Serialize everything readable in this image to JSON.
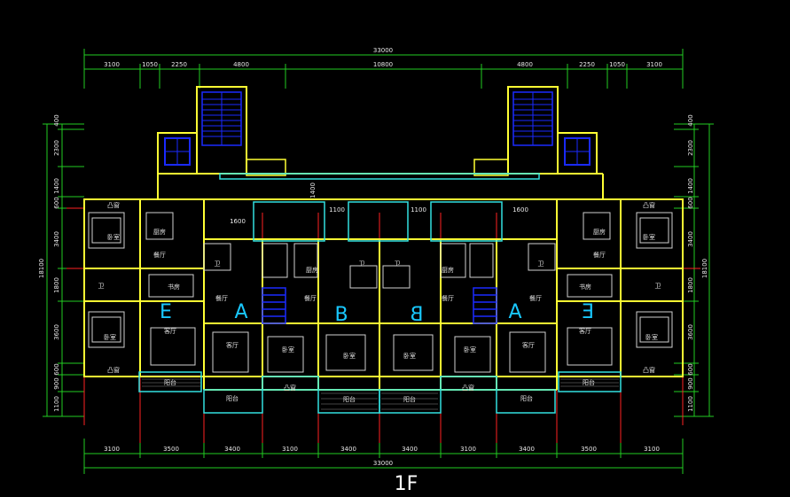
{
  "floor_label": "1F",
  "overall_top": "33000",
  "overall_bottom": "33000",
  "top_dims": [
    "3100",
    "1050",
    "2250",
    "4800",
    "10800",
    "4800",
    "2250",
    "1050",
    "3100"
  ],
  "bottom_dims": [
    "3100",
    "3500",
    "3400",
    "3100",
    "3400",
    "3400",
    "3100",
    "3400",
    "3500",
    "3100"
  ],
  "left_dims": [
    "400",
    "2300",
    "1400",
    "600",
    "3400",
    "1800",
    "3600",
    "600",
    "900",
    "1100"
  ],
  "left_total": "18100",
  "right_dims": [
    "400",
    "2300",
    "1400",
    "600",
    "3400",
    "1800",
    "3600",
    "600",
    "900",
    "1100"
  ],
  "right_total": "18100",
  "inner_dims": {
    "d1400": "1400",
    "d1600a": "1600",
    "d1100a": "1100",
    "d1100b": "1100",
    "d1600b": "1600"
  },
  "unit_labels": {
    "e_left": "E",
    "a_left": "A",
    "b_left": "B",
    "b_right": "B",
    "a_right": "A",
    "e_right": "E"
  },
  "rooms": {
    "bay_tl": "凸窗",
    "bay_tr": "凸窗",
    "bay_bl": "凸窗",
    "bay_br": "凸窗",
    "bed_l1": "卧室",
    "bed_r1": "卧室",
    "bed_l2": "卧室",
    "bed_r2": "卧室",
    "kit_l": "厨房",
    "kit_r": "厨房",
    "din_l": "餐厅",
    "din_r": "餐厅",
    "study_l": "书房",
    "study_r": "书房",
    "liv_l": "客厅",
    "liv_r": "客厅",
    "wc_l": "卫",
    "wc_r": "卫",
    "wc_al": "卫",
    "wc_ar": "卫",
    "wc_bl": "卫",
    "wc_br": "卫",
    "bal_l": "阳台",
    "bal_r": "阳台",
    "a_din_l": "餐厅",
    "a_din_r": "餐厅",
    "a_kit_l": "厨房",
    "a_kit_r": "厨房",
    "a_liv_l": "客厅",
    "a_liv_r": "客厅",
    "a_bal_l": "阳台",
    "a_bal_r": "阳台",
    "a_bay_l": "凸窗",
    "a_bay_r": "凸窗",
    "a_bed_l": "卧室",
    "a_bed_r": "卧室",
    "b_din_l": "餐厅",
    "b_din_r": "餐厅",
    "b_bed_l": "卧室",
    "b_bed_r": "卧室",
    "b_bal_l": "阳台",
    "b_bal_r": "阳台"
  },
  "colors": {
    "background": "#000000",
    "wall": "#ffff33",
    "dimension": "#22cc22",
    "axis": "#ff2222",
    "window": "#33e0e0",
    "stair": "#1a2aff",
    "furniture": "#d0d0d0",
    "unit_label": "#19c8ff"
  }
}
